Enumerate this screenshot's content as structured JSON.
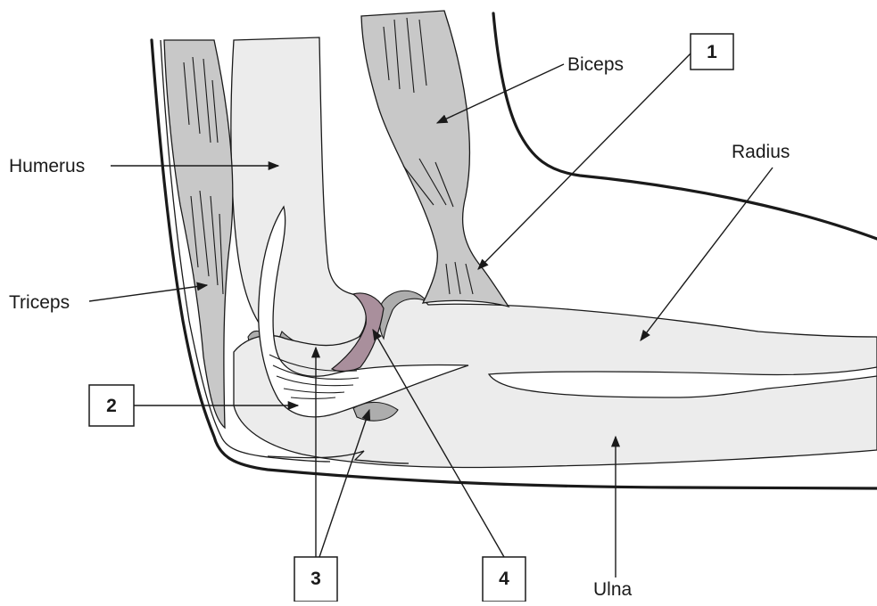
{
  "labels": {
    "humerus": "Humerus",
    "biceps": "Biceps",
    "radius": "Radius",
    "triceps": "Triceps",
    "ulna": "Ulna"
  },
  "callouts": {
    "one": "1",
    "two": "2",
    "three": "3",
    "four": "4"
  },
  "colors": {
    "muscle": "#c8c8c8",
    "bone": "#ececec",
    "cartilage": "#adadad",
    "capsule": "#a98f9c",
    "ligament": "#ffffff",
    "outline": "#1a1a1a"
  }
}
